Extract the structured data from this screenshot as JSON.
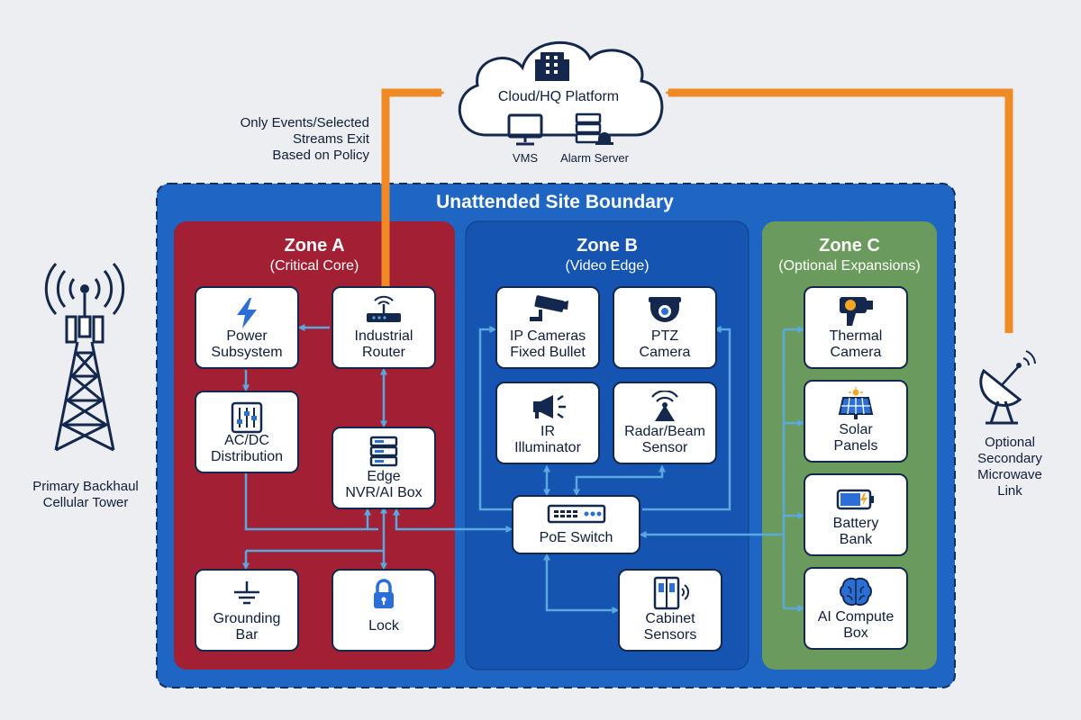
{
  "cloud": {
    "title": "Cloud/HQ Platform",
    "vms": "VMS",
    "alarm": "Alarm Server"
  },
  "policy_note": [
    "Only Events/Selected",
    "Streams Exit",
    "Based on Policy"
  ],
  "boundary_title": "Unattended Site Boundary",
  "tower": [
    "Primary Backhaul",
    "Cellular Tower"
  ],
  "microwave": [
    "Optional",
    "Secondary",
    "Microwave",
    "Link"
  ],
  "zones": {
    "a": {
      "title": "Zone A",
      "subtitle": "(Critical Core)"
    },
    "b": {
      "title": "Zone B",
      "subtitle": "(Video Edge)"
    },
    "c": {
      "title": "Zone C",
      "subtitle": "(Optional Expansions)"
    }
  },
  "cards": {
    "power": [
      "Power",
      "Subsystem"
    ],
    "router": [
      "Industrial",
      "Router"
    ],
    "acdc": [
      "AC/DC",
      "Distribution"
    ],
    "nvr": [
      "Edge",
      "NVR/AI Box"
    ],
    "ground": [
      "Grounding",
      "Bar"
    ],
    "lock": [
      "Lock"
    ],
    "ipcam": [
      "IP Cameras",
      "Fixed Bullet"
    ],
    "ptz": [
      "PTZ",
      "Camera"
    ],
    "ir": [
      "IR",
      "Illuminator"
    ],
    "radar": [
      "Radar/Beam",
      "Sensor"
    ],
    "poe": [
      "PoE Switch"
    ],
    "cabinet": [
      "Cabinet",
      "Sensors"
    ],
    "thermal": [
      "Thermal",
      "Camera"
    ],
    "solar": [
      "Solar",
      "Panels"
    ],
    "battery": [
      "Battery",
      "Bank"
    ],
    "aicompute": [
      "AI Compute",
      "Box"
    ]
  },
  "colors": {
    "boundary": "#1f66c2",
    "zone_a": "#a31f33",
    "zone_b": "#1554b0",
    "zone_c": "#6a9a5c",
    "uplink": "#f08a24",
    "link": "#5aa8e0",
    "ink": "#14284d"
  }
}
